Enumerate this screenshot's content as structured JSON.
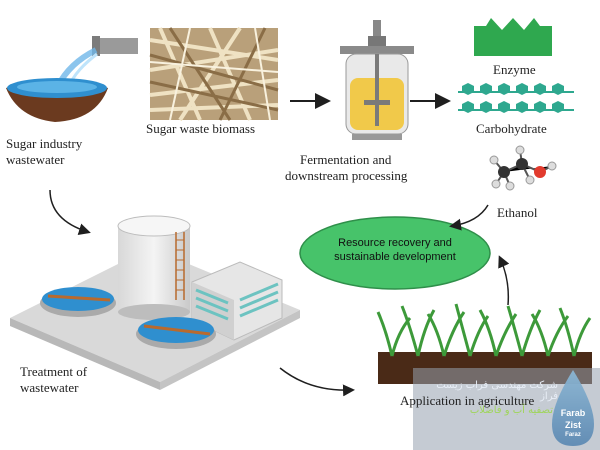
{
  "labels": {
    "sugar_wastewater": [
      "Sugar industry",
      "wastewater"
    ],
    "sugar_biomass": "Sugar waste biomass",
    "fermentation": [
      "Fermentation and",
      "downstream processing"
    ],
    "enzyme": "Enzyme",
    "carbohydrate": "Carbohydrate",
    "ethanol": "Ethanol",
    "resource_recovery": [
      "Resource recovery and",
      "sustainable development"
    ],
    "treatment": [
      "Treatment of",
      "wastewater"
    ],
    "agriculture": "Application in agriculture"
  },
  "watermark": {
    "line1": "شرکت مهندسی فراب زیست فراز",
    "line2": "تصفیه آب و فاضلاب",
    "brand": [
      "Farab",
      "Zist",
      "Faraz"
    ]
  },
  "colors": {
    "green": "#2fa84f",
    "oval": "#47c36a",
    "water": "#2f8fcf",
    "arrow": "#1f1f1f"
  }
}
